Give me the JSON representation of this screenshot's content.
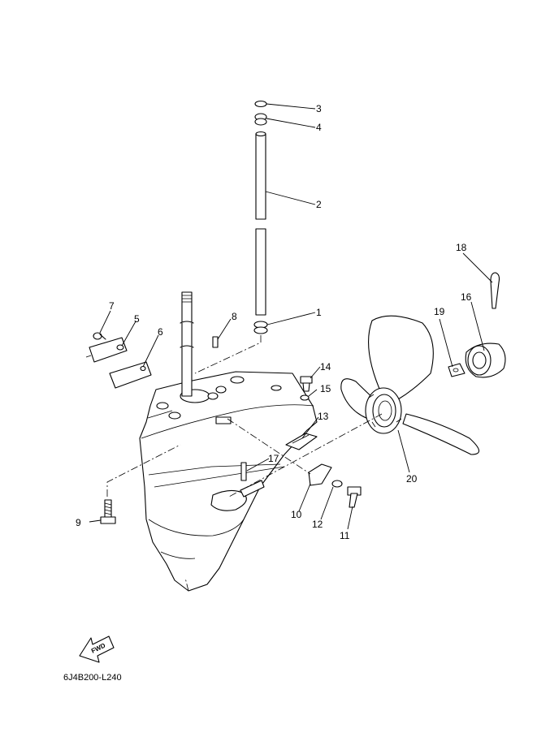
{
  "diagram": {
    "callouts": [
      "1",
      "2",
      "3",
      "4",
      "5",
      "6",
      "7",
      "8",
      "9",
      "10",
      "11",
      "12",
      "13",
      "14",
      "15",
      "16",
      "17",
      "18",
      "19",
      "20"
    ],
    "direction_label": "FWD",
    "drawing_code": "6J4B200-L240"
  }
}
